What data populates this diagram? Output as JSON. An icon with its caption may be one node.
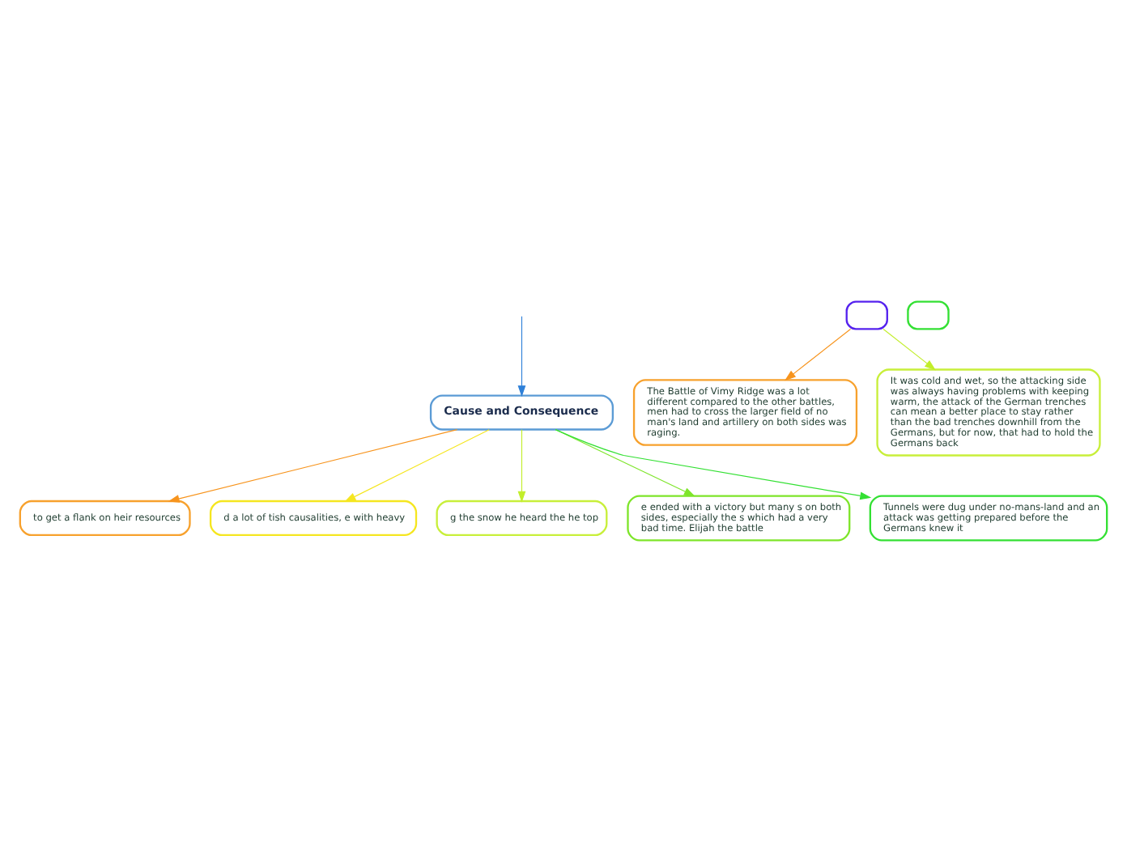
{
  "diagram": {
    "nodes": [
      {
        "text": [
          "Cause and Consequence"
        ]
      },
      {
        "text": [
          "to get a flank on heir resources"
        ]
      },
      {
        "text": [
          "d a lot of tish causalities, e with heavy"
        ]
      },
      {
        "text": [
          "g the snow he heard the he top"
        ]
      },
      {
        "text": [
          "e ended with a victory but many s on both sides, especially the s which had a very bad time. Elijah the battle"
        ]
      },
      {
        "text": [
          "Tunnels were dug under no-mans-land and an attack was getting prepared before the Germans knew it"
        ]
      },
      {
        "text": [],
        "shape": "box"
      },
      {
        "text": [
          "The Battle of Vimy Ridge was a lot different compared to the other battles, men had to cross the larger field of no man's land and artillery on both sides was raging."
        ]
      },
      {
        "text": [
          "It was cold and wet, so the attacking side was always having problems with keeping warm, the attack of the German trenches can mean a better place to stay rather than the bad trenches downhill from the Germans, but for now, that had to hold the Germans back"
        ]
      },
      {
        "text": [],
        "shape": "box"
      }
    ],
    "edges": [
      {
        "from": null,
        "to": 0,
        "arrow": "to",
        "color": "#2f80d8"
      },
      {
        "from": 0,
        "to": 1,
        "arrow": "to",
        "color": "#f7941d"
      },
      {
        "from": 0,
        "to": 2,
        "arrow": "to",
        "color": "#f5e620"
      },
      {
        "from": 0,
        "to": 3,
        "arrow": "to",
        "color": "#c2ee2a"
      },
      {
        "from": 0,
        "to": 4,
        "arrow": "to",
        "color": "#7ee52a"
      },
      {
        "from": 0,
        "to": 5,
        "arrow": "to",
        "color": "#33e033"
      },
      {
        "from": 6,
        "to": 7,
        "arrow": "to",
        "color": "#f7941d"
      },
      {
        "from": 6,
        "to": 8,
        "arrow": "to",
        "color": "#c2ee2a"
      }
    ]
  }
}
